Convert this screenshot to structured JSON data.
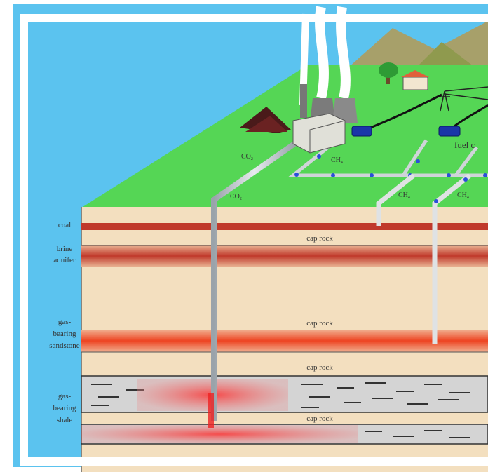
{
  "diagram": {
    "layers": {
      "coal": "coal",
      "brine_aquifer": [
        "brine",
        "aquifer"
      ],
      "sandstone": [
        "gas-",
        "bearing",
        "sandstone"
      ],
      "shale": [
        "gas-",
        "bearing",
        "shale"
      ]
    },
    "cap_rock": [
      "cap rock",
      "cap rock",
      "cap rock",
      "cap rock"
    ],
    "gases": {
      "co2_top": "CO",
      "co2_mid": "CO",
      "co2_sub": "2",
      "ch4_a": "CH",
      "ch4_b": "CH",
      "ch4_c": "CH",
      "ch4_sub": "4"
    },
    "fuel_cell": "fuel c"
  },
  "colors": {
    "sky": "#5bc3ef",
    "grass": "#55d655",
    "sand": "#f3dfbf",
    "coal_seam": "#c0392b",
    "frame": "#ffffff",
    "pipe": "#c9c9c9",
    "shale": "#d4d4d4"
  },
  "icons": [
    "power-plant-icon",
    "coal-pile-icon",
    "house-icon",
    "tree-icon",
    "power-pylon-icon",
    "truck-icon"
  ]
}
